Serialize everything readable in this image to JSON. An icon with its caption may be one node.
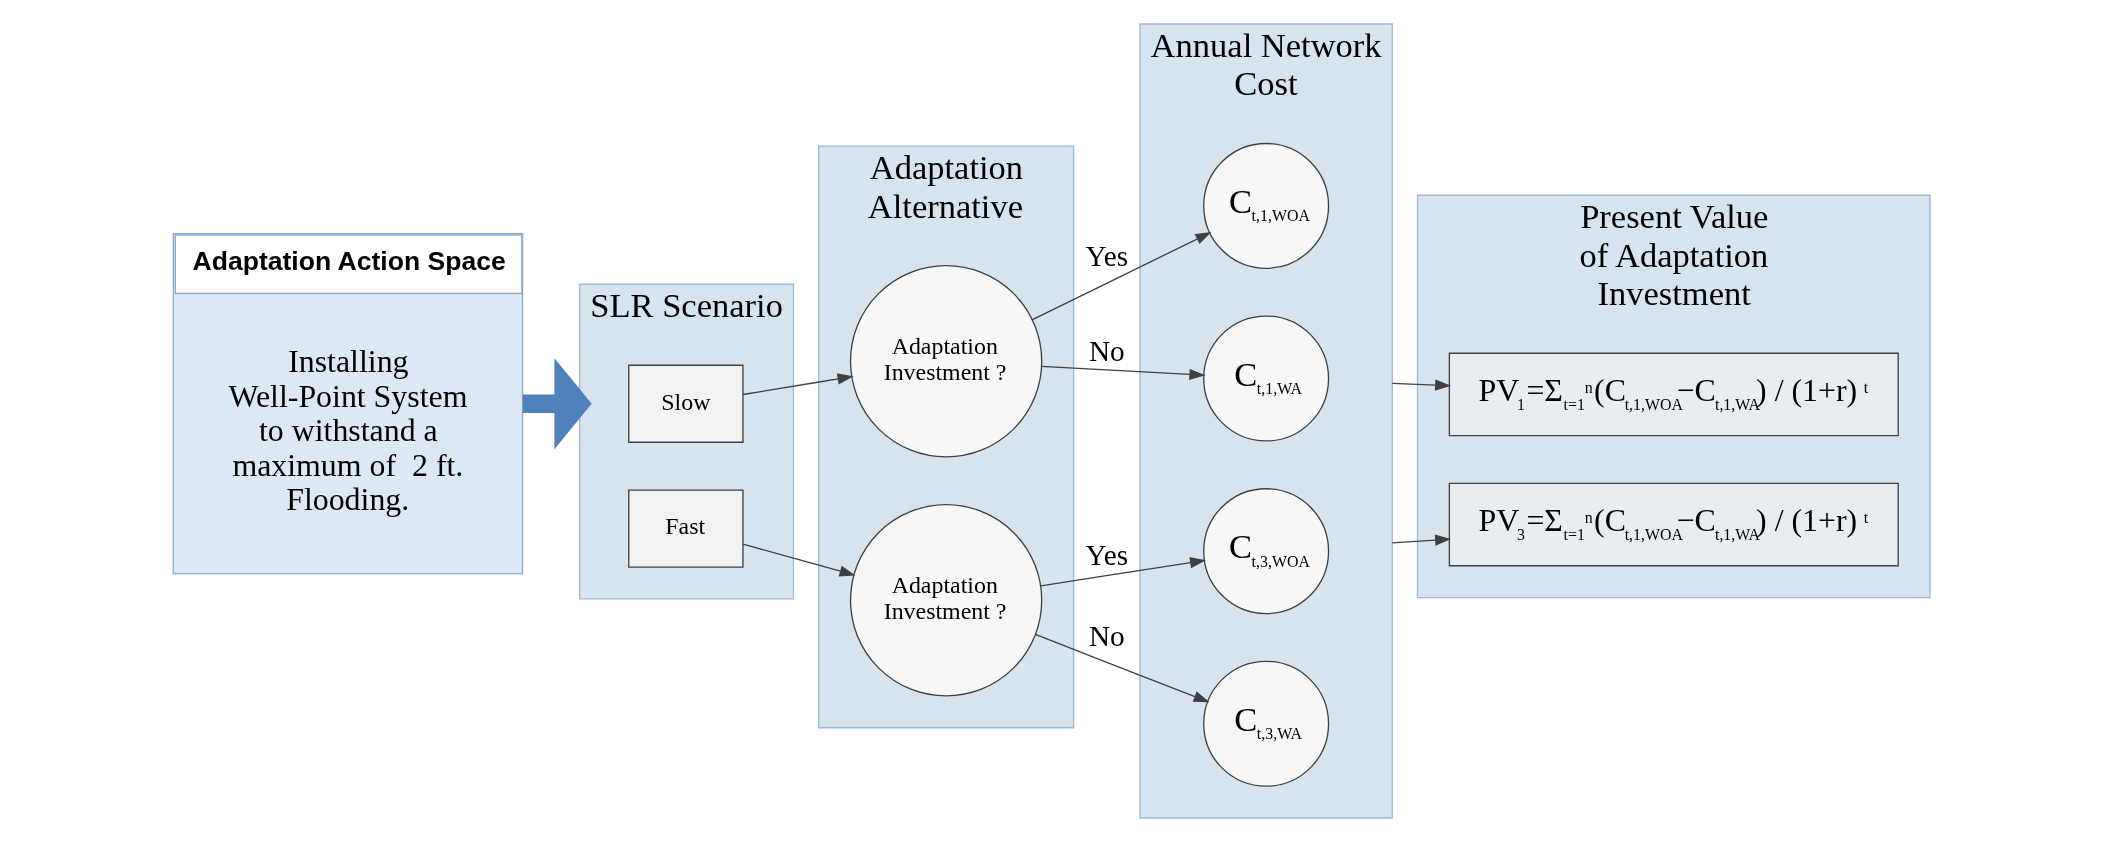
{
  "diagram": {
    "nodes": [
      {
        "text": [
          "Adaptation Action Space",
          "Installing Well-Point System to withstand a maximum of  2 ft. Flooding."
        ]
      },
      {
        "text": [
          "SLR Scenario"
        ]
      },
      {
        "text": [
          "Slow"
        ],
        "in": 1
      },
      {
        "text": [
          "Fast"
        ],
        "in": 1
      },
      {
        "text": [
          "Adaptation Alternative"
        ]
      },
      {
        "text": [
          "Adaptation Investment ?"
        ],
        "in": 4
      },
      {
        "text": [
          "Adaptation Investment ?"
        ],
        "in": 4
      },
      {
        "text": [
          "Annual Network Cost"
        ]
      },
      {
        "text": [
          "C$_{t,1,WOA}$"
        ],
        "in": 7
      },
      {
        "text": [
          "C$_{t,1,WA}$"
        ],
        "in": 7
      },
      {
        "text": [
          "C$_{t,3,WOA}$"
        ],
        "in": 7
      },
      {
        "text": [
          "C$_{t,3,WA}$"
        ],
        "in": 7
      },
      {
        "text": [
          "Present Value of Adaptation Investment"
        ]
      },
      {
        "text": [
          "PV$_{1}$=Σ$_{t=1}$$^{n}$(C$_{t,1,WOA}$−C$_{t,1,WA}$) / (1+r)$^{t}$"
        ],
        "in": 12
      },
      {
        "text": [
          "PV$_{3}$=Σ$_{t=1}$$^{n}$(C$_{t,1,WOA}$−C$_{t,1,WA}$) / (1+r)$^{t}$"
        ],
        "in": 12
      }
    ],
    "edges": [
      {
        "from": 0,
        "to": 1,
        "arrow": "to",
        "style": "thick",
        "color": "#4f81bd"
      },
      {
        "from": 2,
        "to": 5,
        "arrow": "to"
      },
      {
        "from": 3,
        "to": 6,
        "arrow": "to"
      },
      {
        "from": 5,
        "to": 8,
        "arrow": "to",
        "label": "Yes"
      },
      {
        "from": 5,
        "to": 9,
        "arrow": "to",
        "label": "No"
      },
      {
        "from": 6,
        "to": 10,
        "arrow": "to",
        "label": "Yes"
      },
      {
        "from": 6,
        "to": 11,
        "arrow": "to",
        "label": "No"
      },
      {
        "from": 7,
        "to": 13,
        "arrow": "to"
      },
      {
        "from": 7,
        "to": 14,
        "arrow": "to"
      }
    ]
  }
}
